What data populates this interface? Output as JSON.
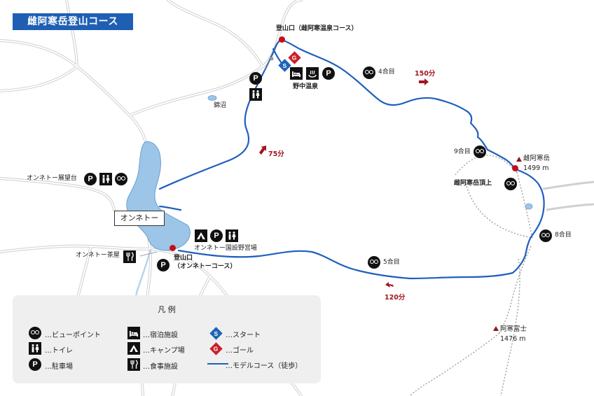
{
  "title": "雌阿寒岳登山コース",
  "lake_name": "オンネトー",
  "places": {
    "trailhead_top": "登山口（雌阿寒温泉コース）",
    "trailhead_bottom_1": "登山口",
    "trailhead_bottom_2": "（オンネトーコース）",
    "nonaka_onsen": "野中温泉",
    "nishiki_numa": "錦沼",
    "onneto_observatory": "オンネトー展望台",
    "onneto_teahouse": "オンネトー茶屋",
    "onneto_campground": "オンネトー国設野営場",
    "summit_label": "雌阿寒岳頂上",
    "meakan_name": "雌阿寒岳",
    "meakan_alt": "1499 m",
    "akan_fuji_name": "阿寒富士",
    "akan_fuji_alt": "1476 m"
  },
  "stations": {
    "go4": "4合目",
    "go5": "5合目",
    "go8": "8合目",
    "go9": "9合目"
  },
  "times": {
    "t150": "150分",
    "t75": "75分",
    "t120": "120分"
  },
  "legend": {
    "title": "凡 例",
    "view": "…ビューポイント",
    "toilet": "…トイレ",
    "parking": "…駐車場",
    "lodging": "…宿泊施設",
    "camp": "…キャンプ場",
    "food": "…食事施設",
    "start": "…スタート",
    "goal": "…ゴール",
    "route": "…モデルコース（徒歩）"
  },
  "colors": {
    "route": "#1f5fbf",
    "lake": "#9cc5e8",
    "title_bg": "#1e5fb4",
    "marker": "#c40f19",
    "time_text": "#a0161d",
    "road": "#d8d8d8"
  },
  "icons": [
    "binoculars-icon",
    "toilet-icon",
    "parking-icon",
    "lodging-icon",
    "camp-icon",
    "food-icon",
    "start-icon",
    "goal-icon",
    "onsen-icon",
    "summit-triangle-icon"
  ]
}
